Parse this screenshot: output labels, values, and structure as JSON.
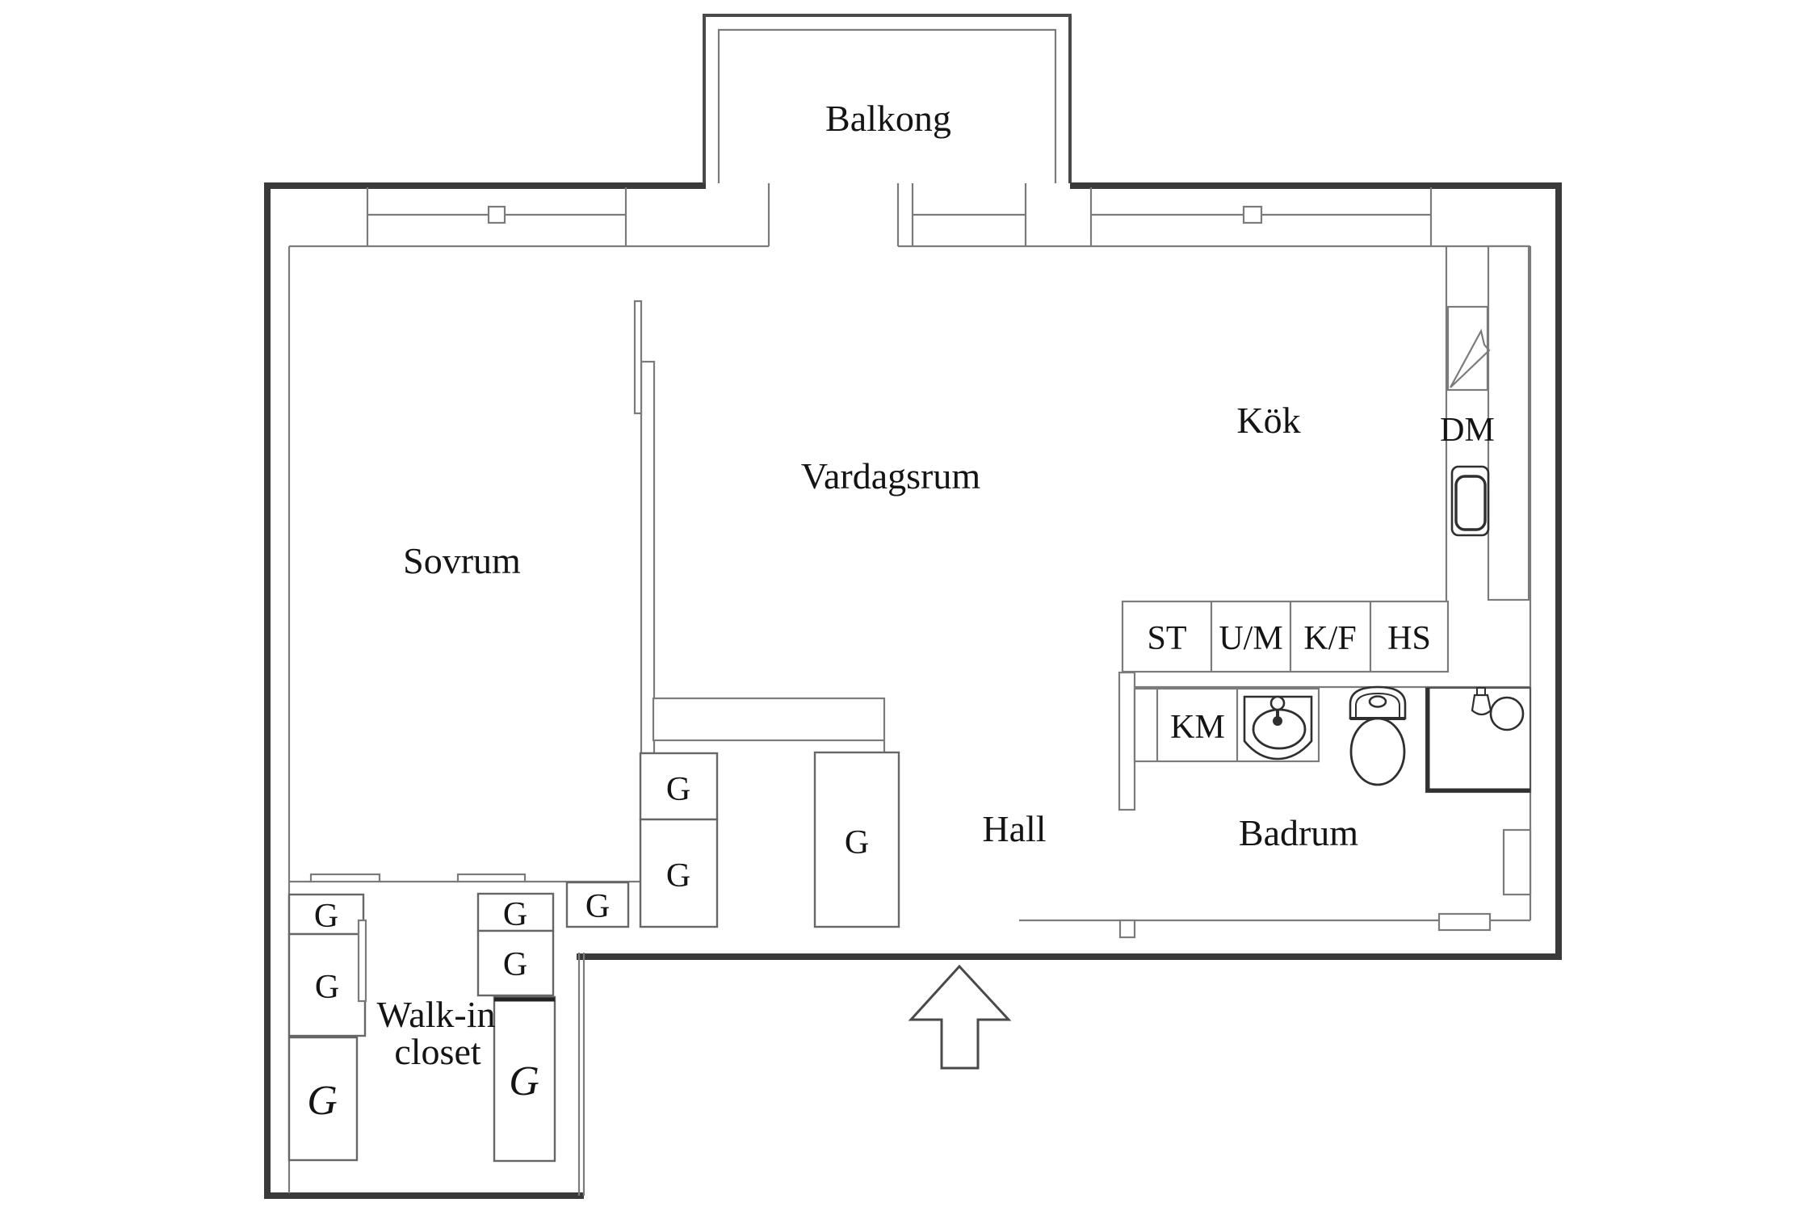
{
  "plan": {
    "background": "#ffffff",
    "wall_color": "#3a3a3a",
    "line_color": "#7b7b7b",
    "text_color": "#141414"
  },
  "labels": {
    "balcony": "Balkong",
    "bedroom": "Sovrum",
    "living_room": "Vardagsrum",
    "kitchen": "Kök",
    "hall": "Hall",
    "bathroom": "Badrum",
    "walk_in_closet_line1": "Walk-in",
    "walk_in_closet_line2": "closet",
    "dishwasher": "DM",
    "washing_machine": "KM"
  },
  "kitchen_units": [
    "ST",
    "U/M",
    "K/F",
    "HS"
  ],
  "wardrobes": [
    "G",
    "G",
    "G",
    "G",
    "G",
    "G",
    "G",
    "G",
    "G",
    "G"
  ]
}
